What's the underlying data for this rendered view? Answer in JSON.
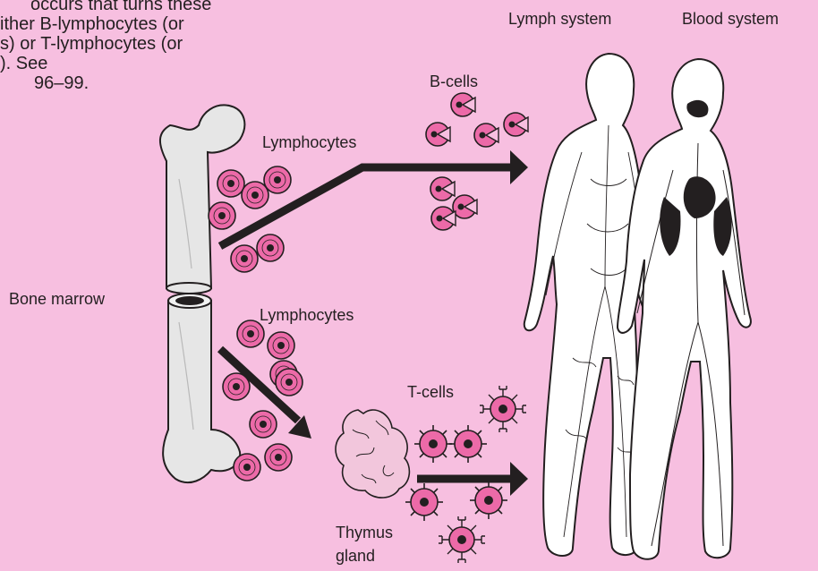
{
  "intro_lines": [
    "occurs that turns these",
    "ither B-lymphocytes (or",
    "s) or T-lymphocytes (or",
    "). See",
    "96–99."
  ],
  "labels": {
    "lymph_system": "Lymph system",
    "blood_system": "Blood system",
    "b_cells": "B-cells",
    "lymphocytes_top": "Lymphocytes",
    "lymphocytes_bottom": "Lymphocytes",
    "bone_marrow": "Bone marrow",
    "t_cells": "T-cells",
    "thymus_line1": "Thymus",
    "thymus_line2": "gland"
  },
  "colors": {
    "background": "#f7bfe0",
    "cell_fill": "#ec6aa8",
    "bone_fill": "#e6e6e6",
    "thymus_fill": "#f2c6dc",
    "arrow": "#231f20"
  }
}
